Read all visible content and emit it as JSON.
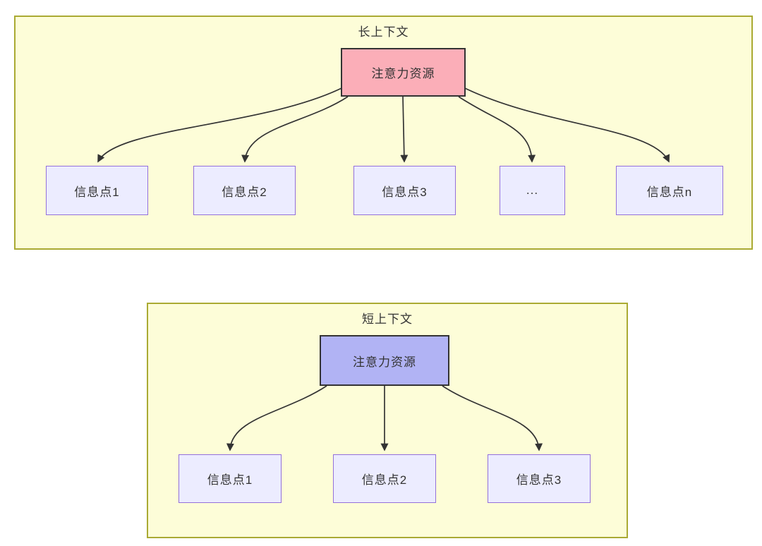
{
  "colors": {
    "container_fill": "#fdfdd8",
    "container_border": "#aaaa33",
    "attention_long_fill": "#fbaeb8",
    "attention_short_fill": "#b1b3f4",
    "attention_border": "#333333",
    "node_fill": "#ececff",
    "node_border": "#9370db",
    "arrow": "#333333",
    "text": "#333333"
  },
  "long_context": {
    "title": "长上下文",
    "attention": {
      "label": "注意力资源"
    },
    "nodes": [
      {
        "label": "信息点1"
      },
      {
        "label": "信息点2"
      },
      {
        "label": "信息点3"
      },
      {
        "label": "..."
      },
      {
        "label": "信息点n"
      }
    ]
  },
  "short_context": {
    "title": "短上下文",
    "attention": {
      "label": "注意力资源"
    },
    "nodes": [
      {
        "label": "信息点1"
      },
      {
        "label": "信息点2"
      },
      {
        "label": "信息点3"
      }
    ]
  }
}
